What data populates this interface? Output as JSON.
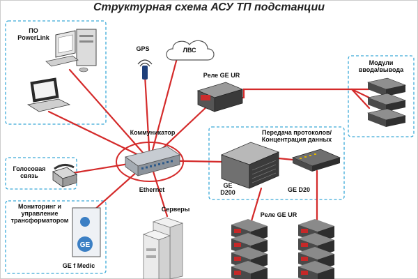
{
  "title": "Структурная схема АСУ ТП подстанции",
  "labels": {
    "powerlink_line1": "ПО",
    "powerlink_line2": "PowerLink",
    "gps": "GPS",
    "lvs": "ЛВС",
    "relay_top": "Реле GE UR",
    "io_line1": "Модули",
    "io_line2": "ввода/вывода",
    "commutator": "Коммуникатор",
    "protocol_line1": "Передача протоколов/",
    "protocol_line2": "Концентрация данных",
    "voice_line1": "Голосовая",
    "voice_line2": "связь",
    "ethernet": "Ethernet",
    "ge_d200_line1": "GE",
    "ge_d200_line2": "D200",
    "ge_d20": "GE D20",
    "monitoring_line1": "Мониторинг и",
    "monitoring_line2": "управление",
    "monitoring_line3": "трансформатором",
    "servers": "Серверы",
    "relay_bottom": "Реле GE UR",
    "medic": "GE f Medic"
  },
  "colors": {
    "link_red": "#d42a2a",
    "dash_blue": "#3aa9d8",
    "device_dark": "#3a3a3a",
    "device_light": "#d9d9d9"
  }
}
